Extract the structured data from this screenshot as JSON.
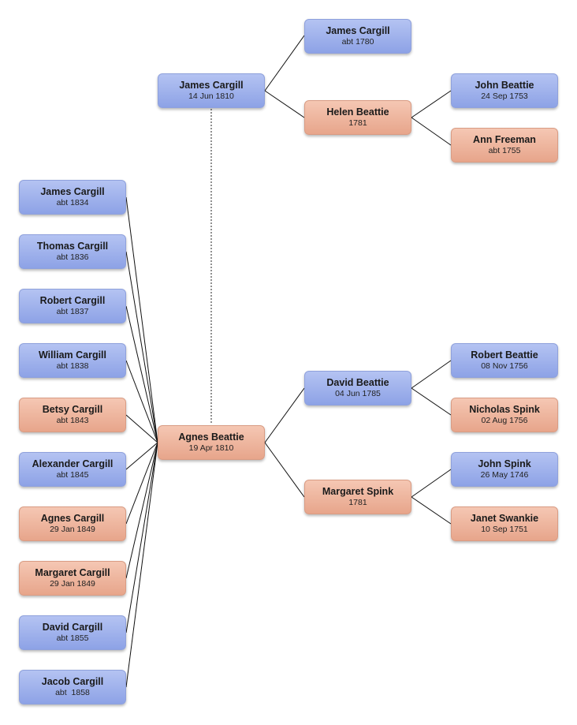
{
  "people": {
    "james_1810": {
      "name": "James Cargill",
      "date": "14 Jun 1810"
    },
    "james_1780": {
      "name": "James Cargill",
      "date": "abt 1780"
    },
    "helen_1781": {
      "name": "Helen Beattie",
      "date": "1781"
    },
    "john_b_1753": {
      "name": "John Beattie",
      "date": "24 Sep 1753"
    },
    "ann_1755": {
      "name": "Ann Freeman",
      "date": "abt 1755"
    },
    "agnes_1810": {
      "name": "Agnes Beattie",
      "date": "19 Apr 1810"
    },
    "david_1785": {
      "name": "David Beattie",
      "date": "04 Jun 1785"
    },
    "margaret_1781": {
      "name": "Margaret Spink",
      "date": "1781"
    },
    "robert_1756": {
      "name": "Robert Beattie",
      "date": "08 Nov 1756"
    },
    "nicholas_1756": {
      "name": "Nicholas Spink",
      "date": "02 Aug 1756"
    },
    "john_s_1746": {
      "name": "John Spink",
      "date": "26 May 1746"
    },
    "janet_1751": {
      "name": "Janet Swankie",
      "date": "10 Sep 1751"
    }
  },
  "children": [
    {
      "name": "James Cargill",
      "date": "abt 1834"
    },
    {
      "name": "Thomas Cargill",
      "date": "abt 1836"
    },
    {
      "name": "Robert Cargill",
      "date": "abt 1837"
    },
    {
      "name": "William Cargill",
      "date": "abt 1838"
    },
    {
      "name": "Betsy Cargill",
      "date": "abt 1843"
    },
    {
      "name": "Alexander Cargill",
      "date": "abt 1845"
    },
    {
      "name": "Agnes Cargill",
      "date": "29 Jan 1849"
    },
    {
      "name": "Margaret Cargill",
      "date": "29 Jan 1849"
    },
    {
      "name": "David Cargill",
      "date": "abt 1855"
    },
    {
      "name": "Jacob Cargill",
      "date": "abt  1858"
    }
  ],
  "colors": {
    "male": "#9aaeea",
    "female": "#eeb49c",
    "line": "#111111",
    "spouse_line": "#555555"
  }
}
